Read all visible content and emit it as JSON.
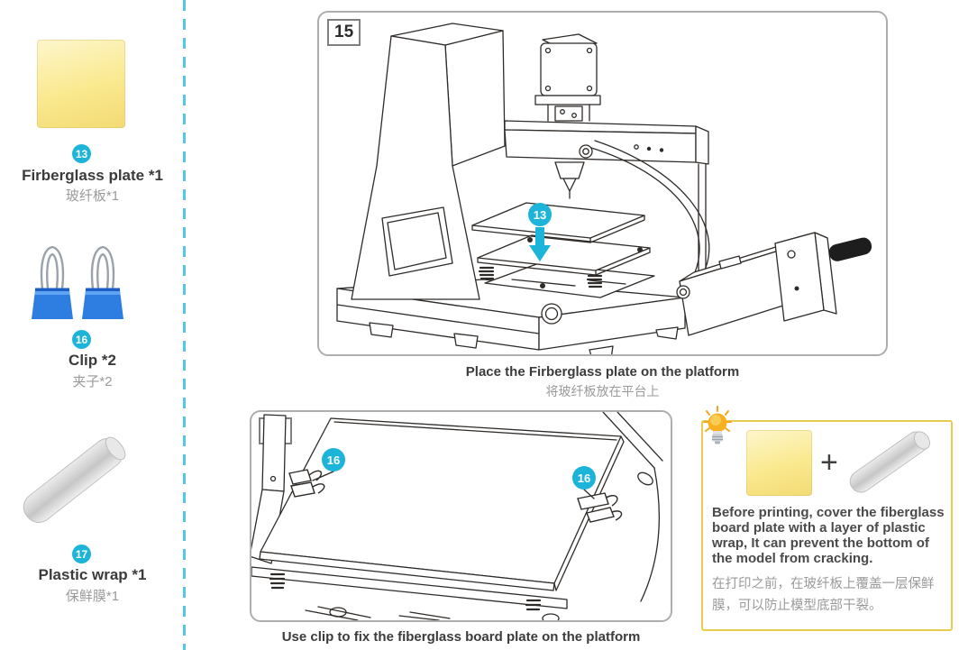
{
  "colors": {
    "badge": "#1cb5d9",
    "divider": "#55c6e6",
    "panel_border": "#aeaeae",
    "tip_border": "#e9cb4f",
    "text_dark": "#3b3b3b",
    "text_gray": "#9a9a9a"
  },
  "parts": [
    {
      "badge": "13",
      "name": "Firberglass plate *1",
      "name_zh": "玻纤板*1",
      "image": "fiberglass-plate"
    },
    {
      "badge": "16",
      "name": "Clip *2",
      "name_zh": "夹子*2",
      "image": "binder-clips"
    },
    {
      "badge": "17",
      "name": "Plastic wrap *1",
      "name_zh": "保鲜膜*1",
      "image": "plastic-wrap-roll"
    }
  ],
  "steps": [
    {
      "number": "15",
      "caption": "Place the Firberglass plate on the platform",
      "caption_zh": "将玻纤板放在平台上",
      "callout": "13"
    },
    {
      "number": "16",
      "caption": "Use clip to fix the fiberglass board plate on the platform",
      "callout": "16"
    }
  ],
  "tip": {
    "icon": "lightbulb",
    "plus_sign": "+",
    "text": "Before printing, cover the fiberglass board plate with a layer of plastic wrap, It can prevent the bottom of the model from cracking.",
    "text_zh": "在打印之前，在玻纤板上覆盖一层保鲜膜，可以防止模型底部干裂。"
  }
}
